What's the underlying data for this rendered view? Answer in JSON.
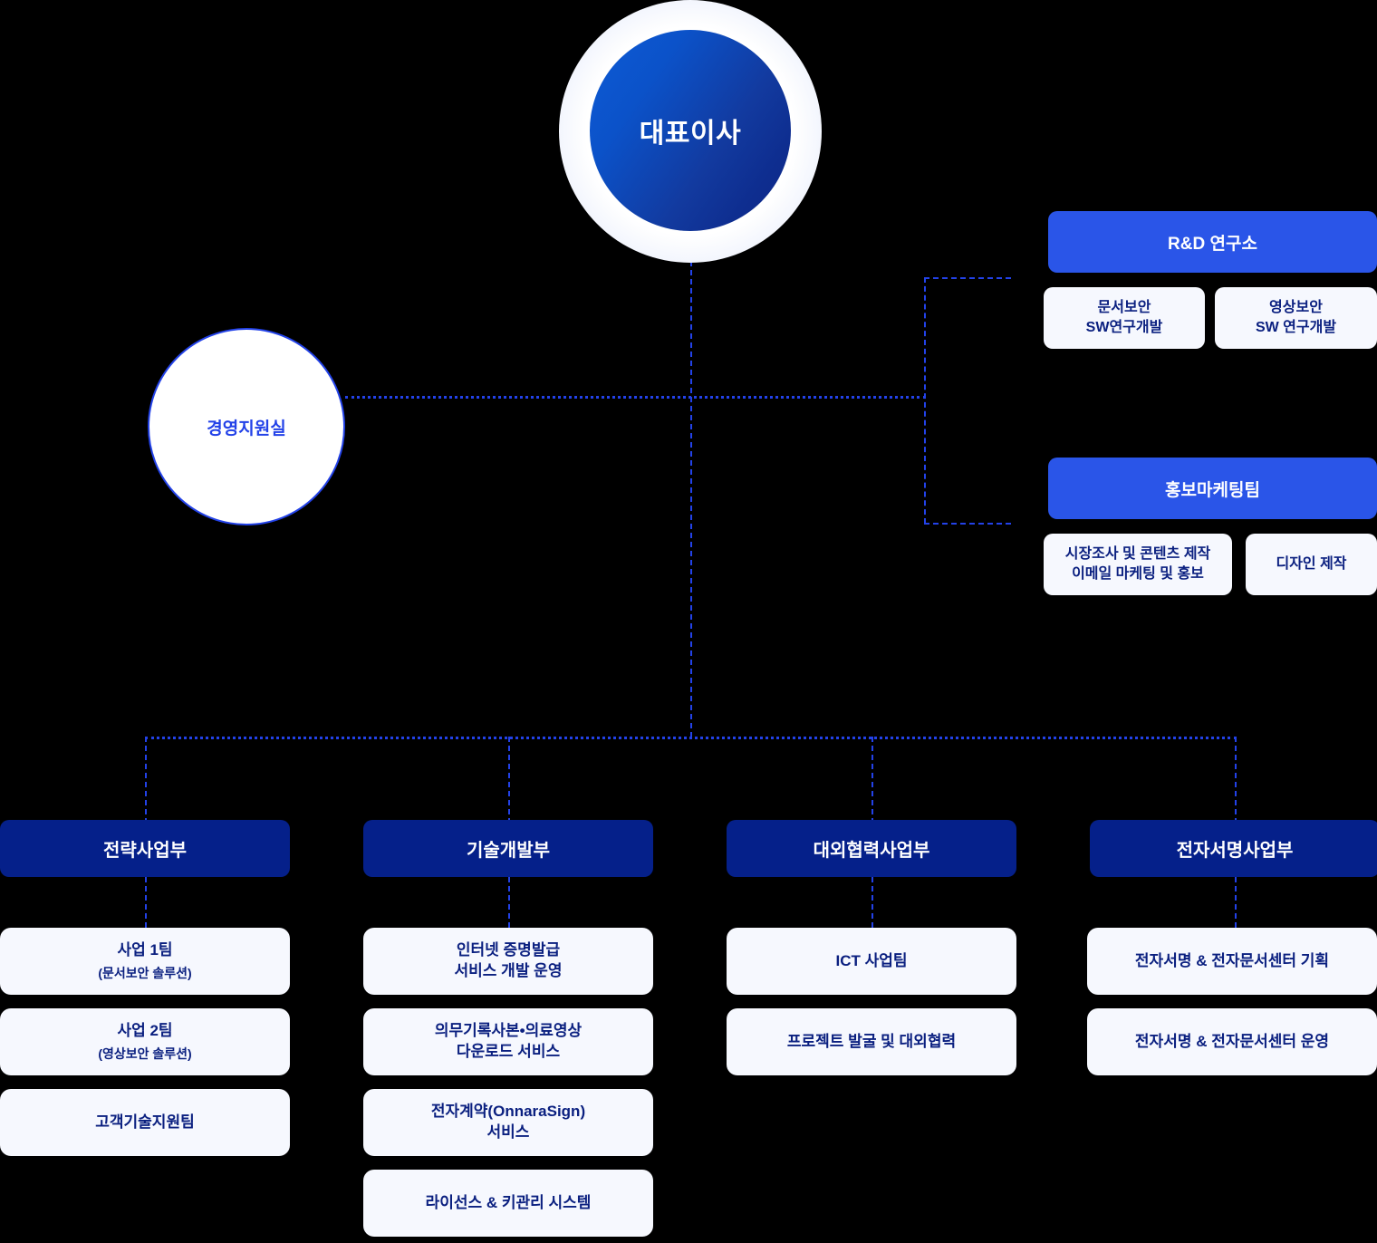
{
  "theme": {
    "background": "#000000",
    "accent_blue": "#2a55e8",
    "navy": "#05208a",
    "deep_navy": "#0b2080",
    "line_blue": "#2342e8",
    "card_bg": "#f6f8fe",
    "ceo_gradient_from": "#0d5bd6",
    "ceo_gradient_to": "#0c2a8a"
  },
  "ceo": {
    "label": "대표이사"
  },
  "support_office": {
    "label": "경영지원실"
  },
  "right_groups": [
    {
      "header": "R&D 연구소",
      "items": [
        {
          "line1": "문서보안",
          "line2": "SW연구개발"
        },
        {
          "line1": "영상보안",
          "line2": "SW 연구개발"
        }
      ]
    },
    {
      "header": "홍보마케팅팀",
      "items": [
        {
          "line1": "시장조사 및 콘텐츠 제작",
          "line2": "이메일 마케팅 및 홍보"
        },
        {
          "line1": "디자인 제작",
          "line2": ""
        }
      ]
    }
  ],
  "departments": [
    {
      "header": "전략사업부",
      "items": [
        {
          "main": "사업 1팀",
          "sub": "(문서보안 솔루션)"
        },
        {
          "main": "사업 2팀",
          "sub": "(영상보안 솔루션)"
        },
        {
          "main": "고객기술지원팀",
          "sub": ""
        }
      ]
    },
    {
      "header": "기술개발부",
      "items": [
        {
          "main": "인터넷 증명발급\n서비스 개발 운영",
          "sub": ""
        },
        {
          "main": "의무기록사본•의료영상\n다운로드 서비스",
          "sub": ""
        },
        {
          "main": "전자계약(OnnaraSign)\n서비스",
          "sub": ""
        },
        {
          "main": "라이선스 & 키관리 시스템",
          "sub": ""
        }
      ]
    },
    {
      "header": "대외협력사업부",
      "items": [
        {
          "main": "ICT 사업팀",
          "sub": ""
        },
        {
          "main": "프로젝트 발굴 및 대외협력",
          "sub": ""
        }
      ]
    },
    {
      "header": "전자서명사업부",
      "items": [
        {
          "main": "전자서명 & 전자문서센터 기획",
          "sub": ""
        },
        {
          "main": "전자서명 & 전자문서센터 운영",
          "sub": ""
        }
      ]
    }
  ]
}
